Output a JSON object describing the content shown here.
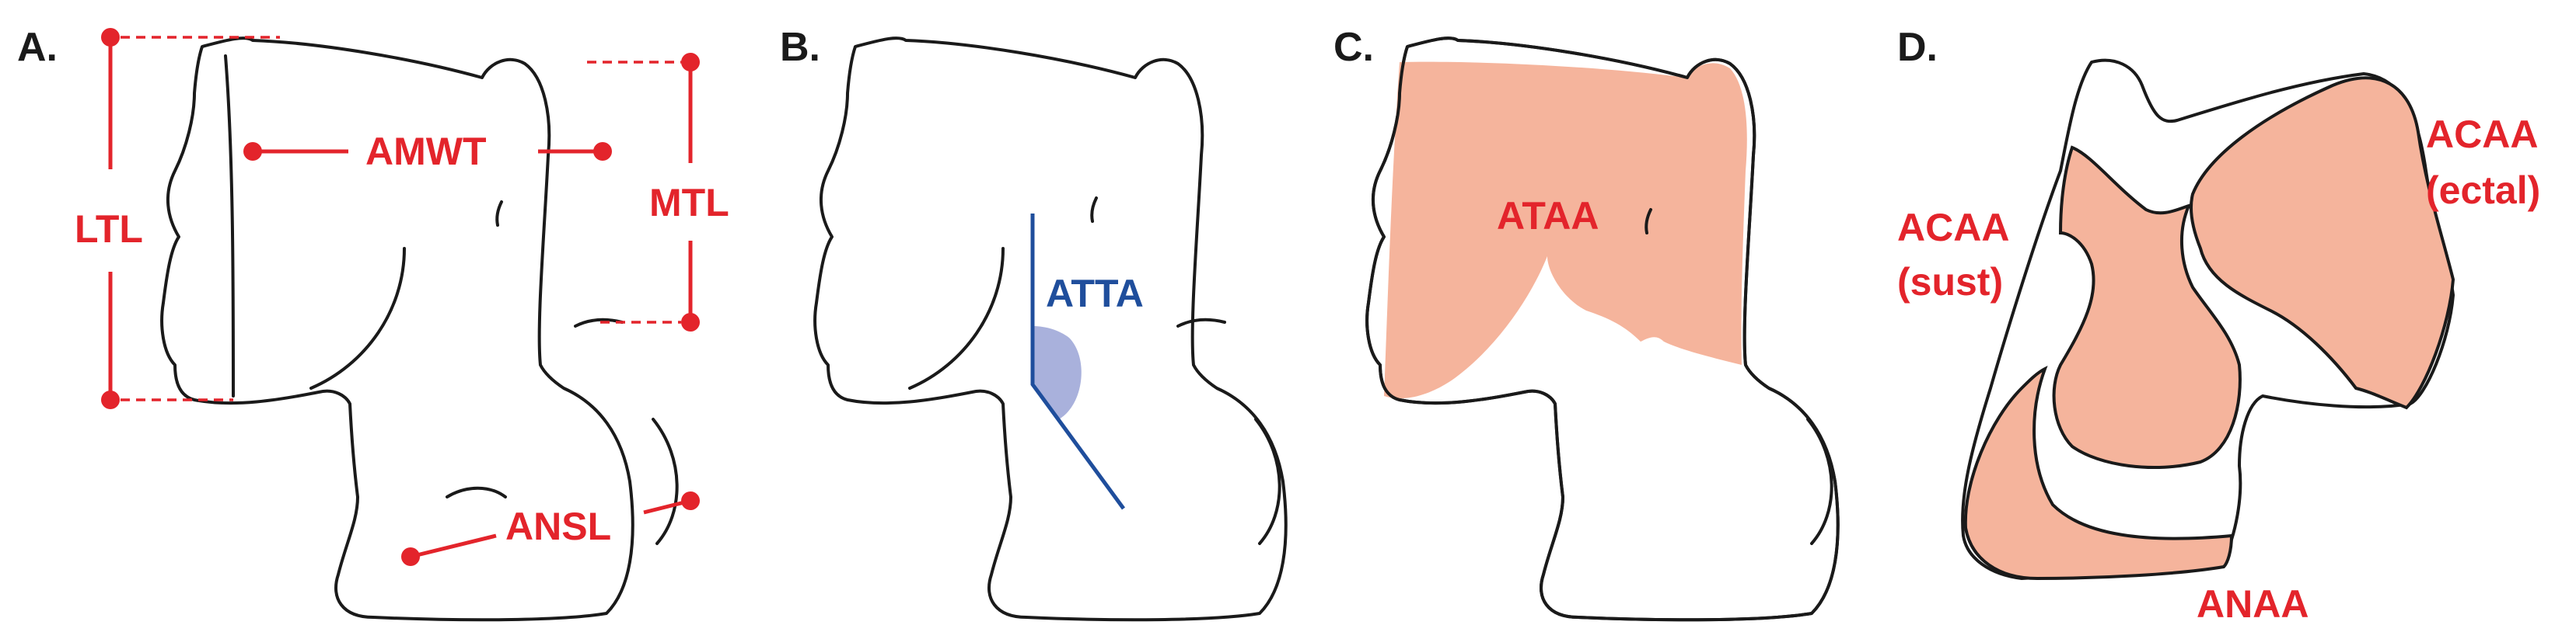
{
  "colors": {
    "measure_red": "#e3242b",
    "angle_blue": "#1f4e9c",
    "angle_fill": "#a9b1dc",
    "area_fill": "#f5b49c",
    "outline": "#1a1a1a"
  },
  "panels": [
    {
      "letter": "A.",
      "labels": {
        "ltl": "LTL",
        "amwt": "AMWT",
        "mtl": "MTL",
        "ansl": "ANSL"
      }
    },
    {
      "letter": "B.",
      "labels": {
        "atta": "ATTA"
      }
    },
    {
      "letter": "C.",
      "labels": {
        "ataa": "ATAA"
      }
    },
    {
      "letter": "D.",
      "labels": {
        "acaa_ectal_1": "ACAA",
        "acaa_ectal_2": "(ectal)",
        "acaa_sust_1": "ACAA",
        "acaa_sust_2": "(sust)",
        "anaa": "ANAA"
      }
    }
  ]
}
